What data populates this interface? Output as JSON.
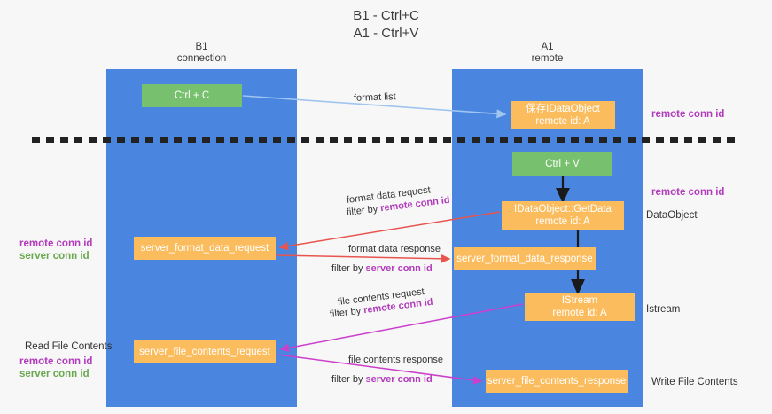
{
  "title": {
    "line1": "B1 - Ctrl+C",
    "line2": "A1 - Ctrl+V"
  },
  "columns": [
    {
      "id": "b1",
      "name": "B1",
      "role": "connection"
    },
    {
      "id": "a1",
      "name": "A1",
      "role": "remote"
    }
  ],
  "boxes": {
    "ctrl_c": {
      "line1": "Ctrl + C",
      "line2": "",
      "color": "#77c06d",
      "lane": "b1"
    },
    "store_idataobject": {
      "line1": "保存IDataObject",
      "line2": "remote id: A",
      "color": "#fbbc5e",
      "lane": "a1"
    },
    "ctrl_v": {
      "line1": "Ctrl + V",
      "line2": "",
      "color": "#77c06d",
      "lane": "a1"
    },
    "getdata": {
      "line1": "IDataObject::GetData",
      "line2": "remote id: A",
      "color": "#fbbc5e",
      "lane": "a1"
    },
    "server_format_data_request": {
      "line1": "server_format_data_request",
      "line2": "",
      "color": "#fbbc5e",
      "lane": "b1"
    },
    "server_format_data_response": {
      "line1": "server_format_data_response",
      "line2": "",
      "color": "#fbbc5e",
      "lane": "a1"
    },
    "istream": {
      "line1": "IStream",
      "line2": "remote id: A",
      "color": "#fbbc5e",
      "lane": "a1"
    },
    "server_file_contents_request": {
      "line1": "server_file_contents_request",
      "line2": "",
      "color": "#fbbc5e",
      "lane": "b1"
    },
    "server_file_contents_response": {
      "line1": "server_file_contents_response",
      "line2": "",
      "color": "#fbbc5e",
      "lane": "a1"
    }
  },
  "annotations": {
    "right": {
      "remote_conn_id_top": "remote conn id",
      "remote_conn_id_mid": "remote conn id",
      "dataobject": "DataObject",
      "istream": "Istream",
      "write_file_contents": "Write File Contents"
    },
    "left": {
      "remote_conn_id_mid": "remote conn id",
      "server_conn_id_mid": "server conn id",
      "read_file_contents": "Read File Contents",
      "remote_conn_id_bottom": "remote conn id",
      "server_conn_id_bottom": "server conn id"
    }
  },
  "edges": {
    "format_list": {
      "label": "format list"
    },
    "format_data_request": {
      "label": "format data request",
      "filter_prefix": "filter by ",
      "filter_key": "remote conn id"
    },
    "format_data_response": {
      "label": "format data response",
      "filter_prefix": "filter by ",
      "filter_key": "server conn id"
    },
    "file_contents_request": {
      "label": "file contents request",
      "filter_prefix": "filter by ",
      "filter_key": "remote conn id"
    },
    "file_contents_response": {
      "label": "file contents response",
      "filter_prefix": "filter by ",
      "filter_key": "server conn id"
    }
  },
  "colors": {
    "lane_blue": "#4a86e0",
    "box_green": "#77c06d",
    "box_orange": "#fbbc5e",
    "accent_purple": "#b23bbd",
    "accent_green": "#6aa84f",
    "arrow_lightblue": "#9fc5f0",
    "arrow_red": "#e8554e",
    "arrow_magenta": "#cc3fcc",
    "arrow_black": "#1a1a1a",
    "divider_dash": "#222222",
    "background": "#f7f7f7"
  }
}
